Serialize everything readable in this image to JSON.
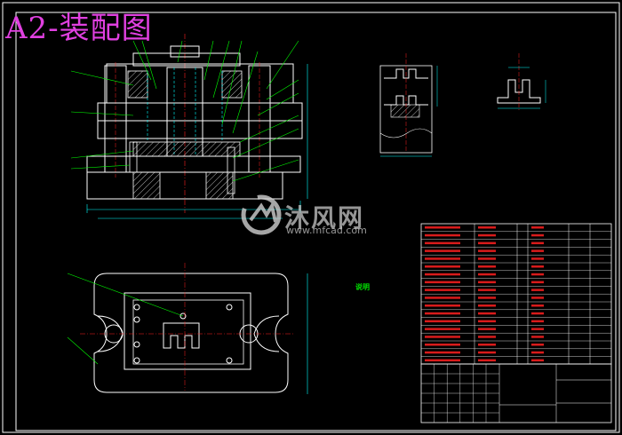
{
  "drawing": {
    "title": "A2-装配图",
    "watermark_brand": "沐风网",
    "watermark_url": "www.mfcad.com",
    "notes_title": "说明"
  },
  "colors": {
    "background": "#000000",
    "border": "#ffffff",
    "outline": "#ffffff",
    "hidden": "#00ffff",
    "center": "#ff2020",
    "dimension": "#00ffff",
    "leader": "#00ff00",
    "text": "#e0e000",
    "title_magenta": "#e040e0",
    "table_red": "#ff2020"
  },
  "icons": [
    "watermark-logo-icon"
  ]
}
